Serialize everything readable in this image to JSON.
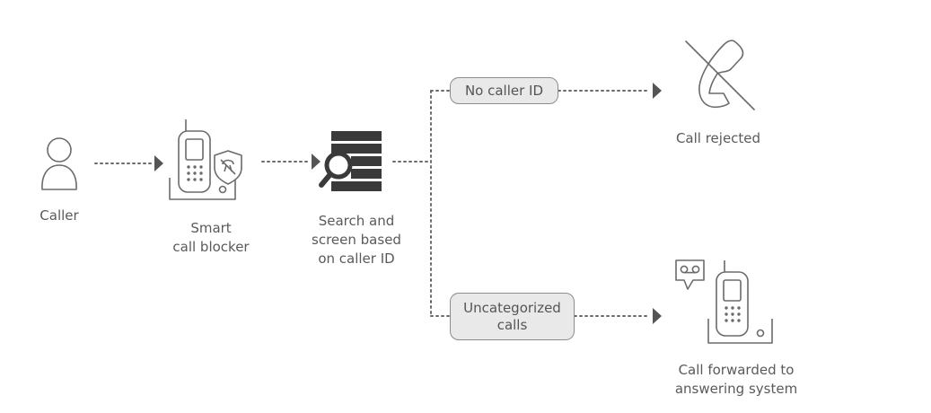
{
  "nodes": {
    "caller": "Caller",
    "smart_blocker_line1": "Smart",
    "smart_blocker_line2": "call blocker",
    "search_line1": "Search and",
    "search_line2": "screen based",
    "search_line3": "on caller ID",
    "rejected": "Call rejected",
    "forwarded_line1": "Call forwarded to",
    "forwarded_line2": "answering system"
  },
  "branches": {
    "no_caller_id": "No caller ID",
    "uncategorized_line1": "Uncategorized",
    "uncategorized_line2": "calls"
  },
  "icons": [
    "person-icon",
    "cordless-phone-shield-icon",
    "list-search-icon",
    "rejected-handset-icon",
    "voicemail-bubble-icon",
    "cordless-phone-icon"
  ],
  "colors": {
    "stroke": "#6b6b6b",
    "dark_fill": "#3a3a3a",
    "pill_fill": "#e9e9e9",
    "text": "#5a5a5a"
  }
}
